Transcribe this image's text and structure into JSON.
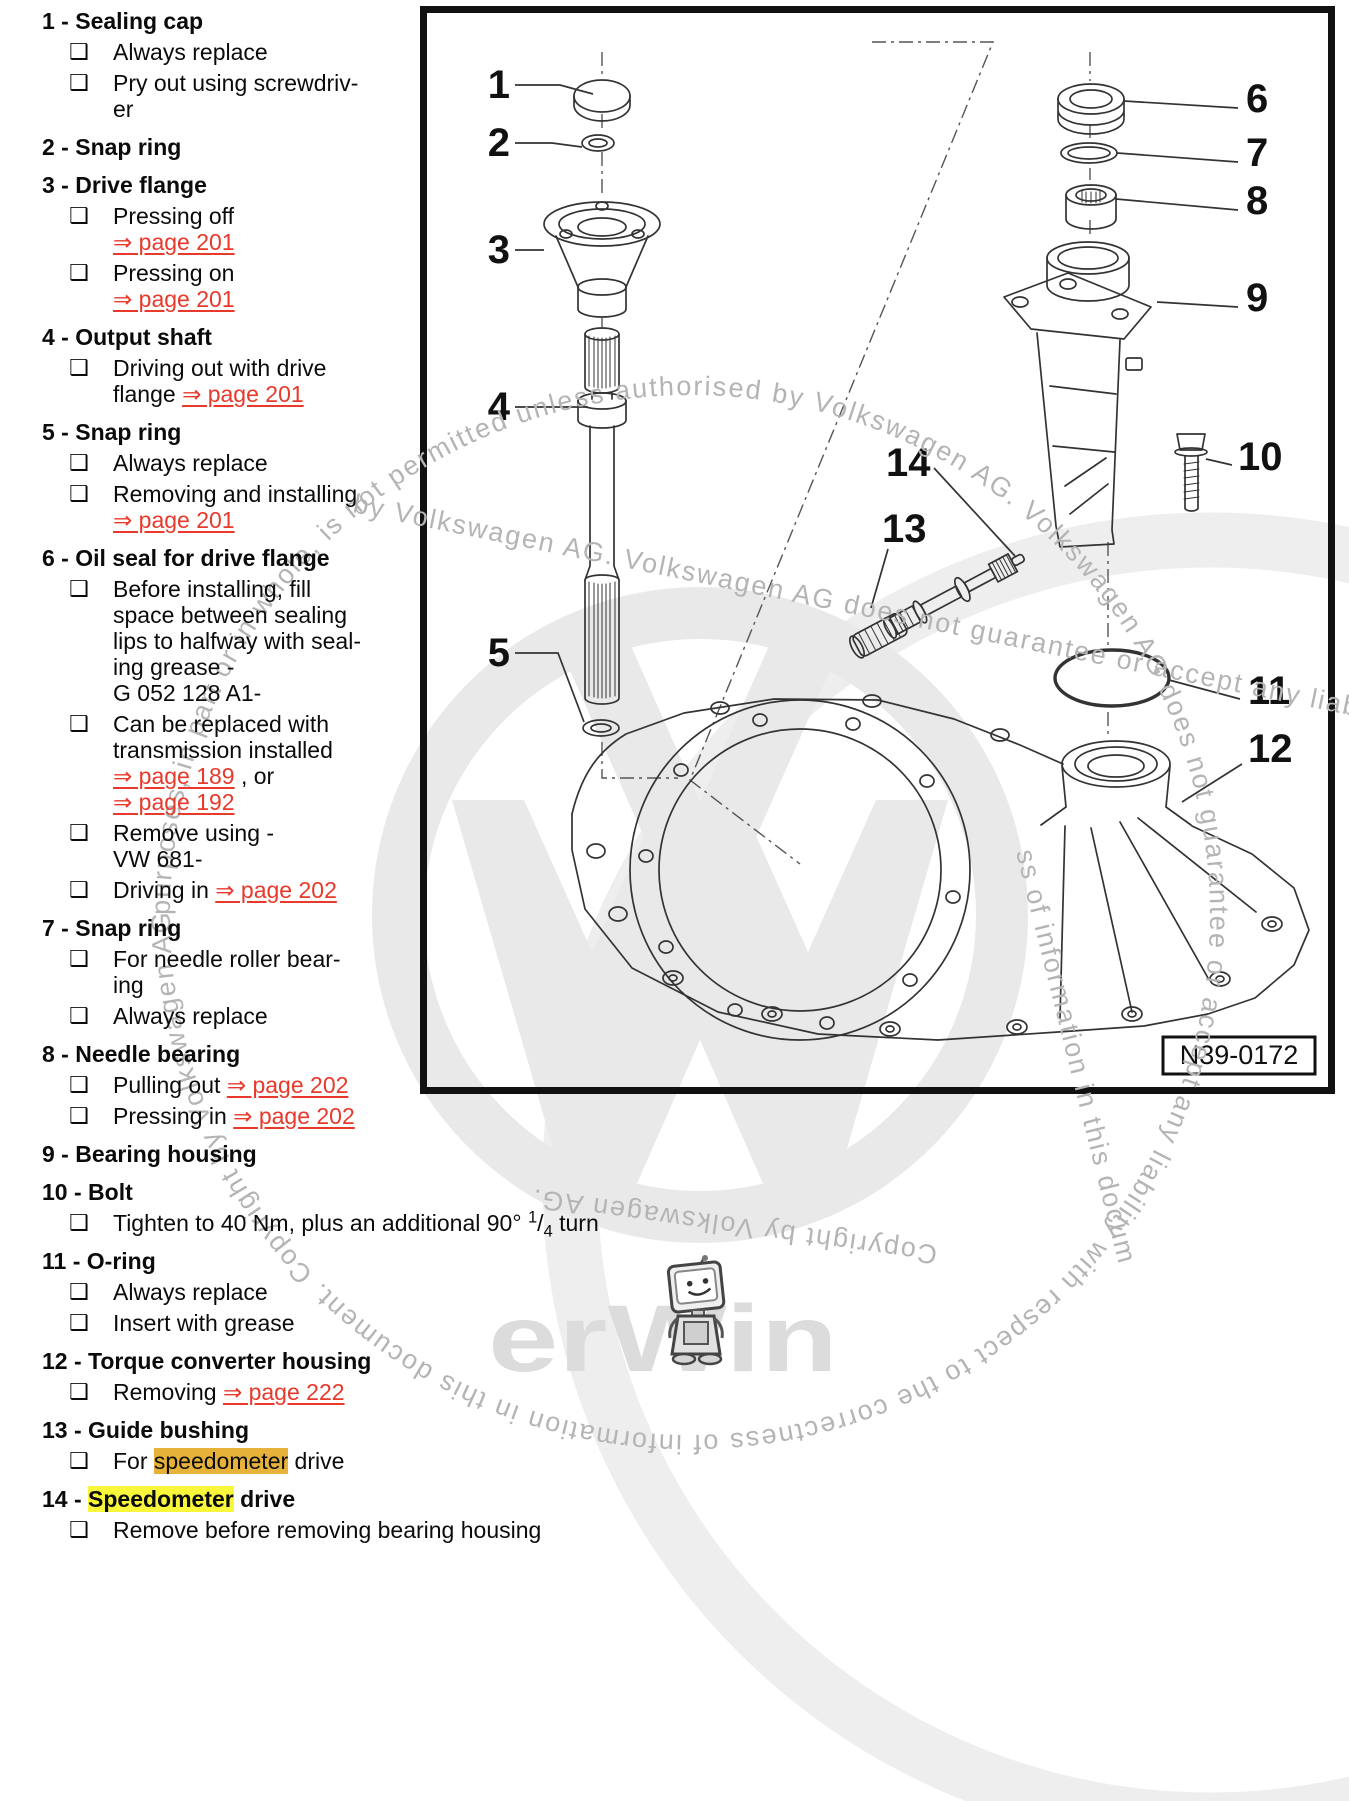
{
  "colors": {
    "link_red": "#e8392b",
    "highlight_orange": "#e6b23a",
    "highlight_yellow": "#f9f73c",
    "watermark_gray": "#b4b4b4",
    "logo_gray": "#e9e9e9"
  },
  "parts_list": {
    "bullet_char": "❑",
    "items": [
      {
        "num": "1",
        "title": [
          {
            "t": "Sealing cap"
          }
        ],
        "subs": [
          {
            "lines": [
              [
                {
                  "t": "Always replace"
                }
              ]
            ]
          },
          {
            "lines": [
              [
                {
                  "t": "Pry out using screwdriv-"
                }
              ],
              [
                {
                  "t": "er"
                }
              ]
            ]
          }
        ]
      },
      {
        "num": "2",
        "title": [
          {
            "t": "Snap ring"
          }
        ],
        "subs": []
      },
      {
        "num": "3",
        "title": [
          {
            "t": "Drive flange"
          }
        ],
        "subs": [
          {
            "lines": [
              [
                {
                  "t": "Pressing off"
                }
              ],
              [
                {
                  "t": "⇒ page 201",
                  "type": "link"
                }
              ]
            ]
          },
          {
            "lines": [
              [
                {
                  "t": "Pressing on"
                }
              ],
              [
                {
                  "t": "⇒ page 201",
                  "type": "link"
                }
              ]
            ]
          }
        ]
      },
      {
        "num": "4",
        "title": [
          {
            "t": "Output shaft"
          }
        ],
        "subs": [
          {
            "lines": [
              [
                {
                  "t": "Driving out with drive"
                }
              ],
              [
                {
                  "t": "flange "
                },
                {
                  "t": "⇒ page 201",
                  "type": "link"
                }
              ]
            ]
          }
        ]
      },
      {
        "num": "5",
        "title": [
          {
            "t": "Snap ring"
          }
        ],
        "subs": [
          {
            "lines": [
              [
                {
                  "t": "Always replace"
                }
              ]
            ]
          },
          {
            "lines": [
              [
                {
                  "t": "Removing and installing"
                }
              ],
              [
                {
                  "t": "⇒ page 201",
                  "type": "link"
                }
              ]
            ]
          }
        ]
      },
      {
        "num": "6",
        "title": [
          {
            "t": "Oil seal for drive flange"
          }
        ],
        "subs": [
          {
            "lines": [
              [
                {
                  "t": "Before installing, fill"
                }
              ],
              [
                {
                  "t": "space between sealing"
                }
              ],
              [
                {
                  "t": "lips to halfway with seal-"
                }
              ],
              [
                {
                  "t": "ing grease -"
                }
              ],
              [
                {
                  "t": "G 052 128 A1-"
                }
              ]
            ]
          },
          {
            "lines": [
              [
                {
                  "t": "Can be replaced with"
                }
              ],
              [
                {
                  "t": "transmission installed"
                }
              ],
              [
                {
                  "t": "⇒ page 189",
                  "type": "link"
                },
                {
                  "t": " , or"
                }
              ],
              [
                {
                  "t": "⇒ page 192",
                  "type": "link"
                }
              ]
            ]
          },
          {
            "lines": [
              [
                {
                  "t": "Remove using -"
                }
              ],
              [
                {
                  "t": "VW 681-"
                }
              ]
            ]
          },
          {
            "lines": [
              [
                {
                  "t": "Driving in "
                },
                {
                  "t": "⇒ page 202",
                  "type": "link"
                }
              ]
            ]
          }
        ]
      },
      {
        "num": "7",
        "title": [
          {
            "t": "Snap ring"
          }
        ],
        "subs": [
          {
            "lines": [
              [
                {
                  "t": "For needle roller bear-"
                }
              ],
              [
                {
                  "t": "ing"
                }
              ]
            ]
          },
          {
            "lines": [
              [
                {
                  "t": "Always replace"
                }
              ]
            ]
          }
        ]
      },
      {
        "num": "8",
        "title": [
          {
            "t": "Needle bearing"
          }
        ],
        "subs": [
          {
            "lines": [
              [
                {
                  "t": "Pulling out "
                },
                {
                  "t": "⇒ page 202",
                  "type": "link"
                }
              ]
            ]
          },
          {
            "lines": [
              [
                {
                  "t": "Pressing in "
                },
                {
                  "t": "⇒ page 202",
                  "type": "link"
                }
              ]
            ]
          }
        ]
      },
      {
        "num": "9",
        "title": [
          {
            "t": "Bearing housing"
          }
        ],
        "subs": []
      },
      {
        "num": "10",
        "title": [
          {
            "t": "Bolt"
          }
        ],
        "subs": [
          {
            "lines": [
              [
                {
                  "t": "Tighten to 40 Nm, plus an additional 90° "
                },
                {
                  "t": "1",
                  "type": "sup"
                },
                {
                  "t": "/"
                },
                {
                  "t": "4",
                  "type": "sub"
                },
                {
                  "t": " turn"
                }
              ]
            ]
          }
        ]
      },
      {
        "num": "11",
        "title": [
          {
            "t": "O-ring"
          }
        ],
        "subs": [
          {
            "lines": [
              [
                {
                  "t": "Always replace"
                }
              ]
            ]
          },
          {
            "lines": [
              [
                {
                  "t": "Insert with grease"
                }
              ]
            ]
          }
        ]
      },
      {
        "num": "12",
        "title": [
          {
            "t": "Torque converter housing"
          }
        ],
        "subs": [
          {
            "lines": [
              [
                {
                  "t": "Removing "
                },
                {
                  "t": "⇒ page 222",
                  "type": "link"
                }
              ]
            ]
          }
        ]
      },
      {
        "num": "13",
        "title": [
          {
            "t": "Guide bushing"
          }
        ],
        "subs": [
          {
            "lines": [
              [
                {
                  "t": "For "
                },
                {
                  "t": "speedometer",
                  "type": "hl-orange"
                },
                {
                  "t": " drive"
                }
              ]
            ]
          }
        ]
      },
      {
        "num": "14",
        "title": [
          {
            "t": "Speedometer",
            "type": "hl-yellow"
          },
          {
            "t": " drive"
          }
        ],
        "subs": [
          {
            "lines": [
              [
                {
                  "t": "Remove before removing bearing housing"
                }
              ]
            ]
          }
        ]
      }
    ]
  },
  "diagram": {
    "figure_id": "N39-0172",
    "callouts": [
      "1",
      "2",
      "3",
      "4",
      "5",
      "6",
      "7",
      "8",
      "9",
      "10",
      "11",
      "12",
      "13",
      "14"
    ]
  },
  "watermarks": {
    "ring_text": "purposes, in part or in whole, is not permitted unless authorised by Volkswagen AG. Volkswagen AG does not guarantee or accept any liability with respect to the correctness of information in this document. Copyright by Volkswagen AG. Protected by copyright. Copying for private or commercial ",
    "diagonal_text": "by Volkswagen AG. Volkswagen AG does not guarantee or accept any liability wi",
    "side_text": "ss of information in this docum",
    "bottom_text": "Copyright by Volkswagen AG.",
    "erwin_text": "erWin"
  }
}
